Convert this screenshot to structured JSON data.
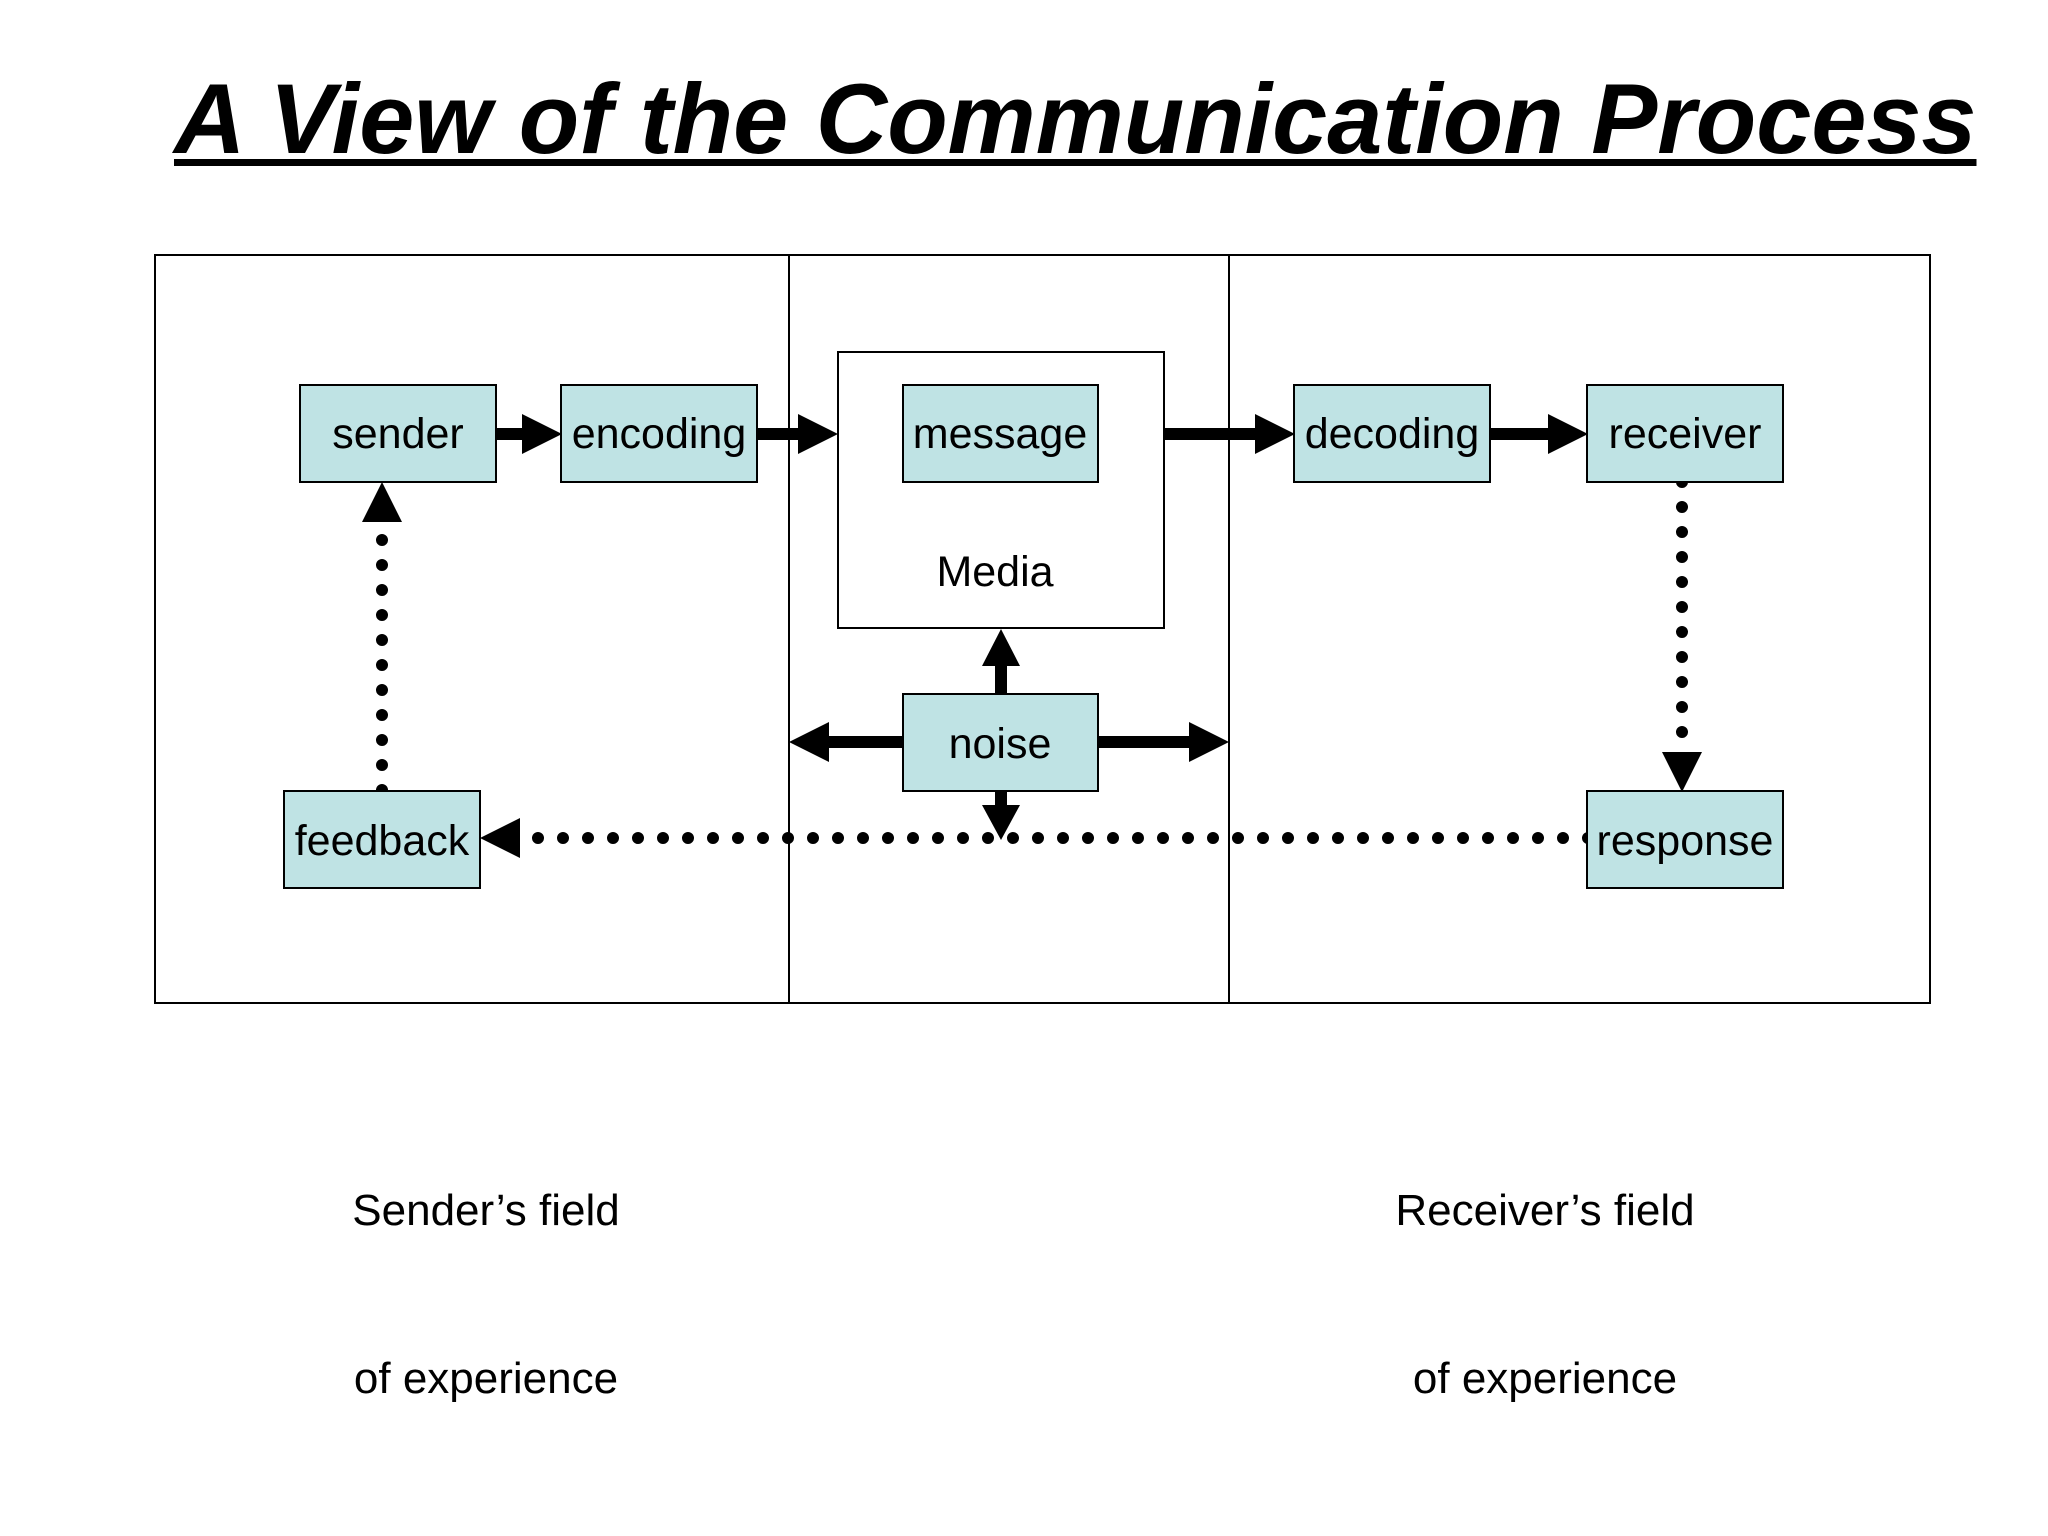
{
  "title": "A View of the Communication Process",
  "colors": {
    "box_fill": "#bfe3e4",
    "line": "#000000",
    "background": "#ffffff"
  },
  "nodes": {
    "sender": "sender",
    "encoding": "encoding",
    "message": "message",
    "media": "Media",
    "decoding": "decoding",
    "receiver": "receiver",
    "noise": "noise",
    "feedback": "feedback",
    "response": "response"
  },
  "captions": {
    "sender_field": [
      "Sender’s field",
      "of experience"
    ],
    "receiver_field": [
      "Receiver’s field",
      "of experience"
    ]
  },
  "edges": [
    {
      "from": "sender",
      "to": "encoding",
      "style": "solid"
    },
    {
      "from": "encoding",
      "to": "media",
      "style": "solid"
    },
    {
      "from": "media",
      "to": "decoding",
      "style": "solid"
    },
    {
      "from": "decoding",
      "to": "receiver",
      "style": "solid"
    },
    {
      "from": "receiver",
      "to": "response",
      "style": "dotted"
    },
    {
      "from": "response",
      "to": "feedback",
      "style": "dotted"
    },
    {
      "from": "feedback",
      "to": "sender",
      "style": "dotted"
    },
    {
      "from": "noise",
      "to": "media",
      "style": "solid"
    },
    {
      "from": "noise",
      "to": "sender-field",
      "style": "solid"
    },
    {
      "from": "noise",
      "to": "receiver-field",
      "style": "solid"
    },
    {
      "from": "noise",
      "to": "feedback-loop",
      "style": "solid"
    }
  ]
}
